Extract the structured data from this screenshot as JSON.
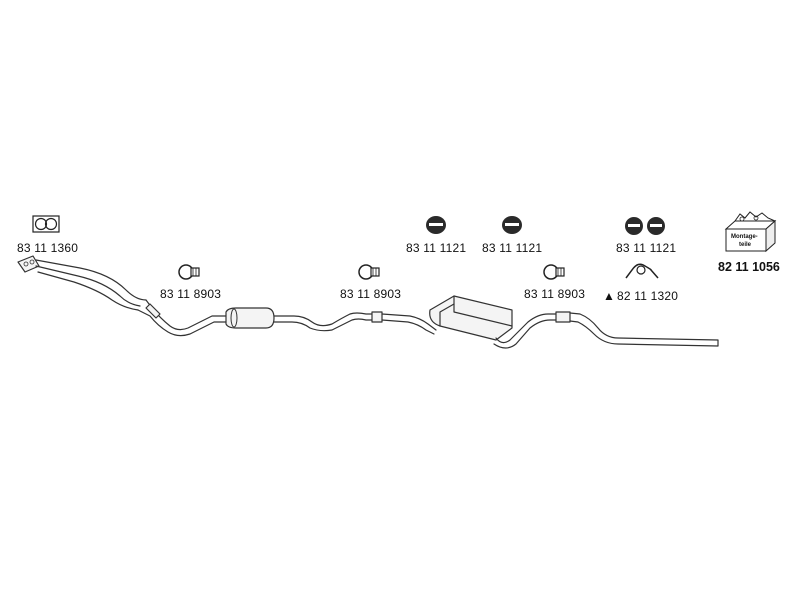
{
  "parts": {
    "gasket": {
      "number": "83 11 1360",
      "icon": "gasket-icon"
    },
    "clamp_1": {
      "number": "83 11 8903",
      "icon": "clamp-icon"
    },
    "clamp_2": {
      "number": "83 11 8903",
      "icon": "clamp-icon"
    },
    "clamp_3": {
      "number": "83 11 8903",
      "icon": "clamp-icon"
    },
    "rubber_mount_1": {
      "number": "83 11 1121",
      "icon": "rubber-mount-icon"
    },
    "rubber_mount_2": {
      "number": "83 11 1121",
      "icon": "rubber-mount-icon"
    },
    "rubber_mount_pair": {
      "number": "83 11 1121",
      "icon": "rubber-mount-pair-icon"
    },
    "bracket": {
      "number": "82 11 1320",
      "marker": "▲",
      "icon": "bracket-icon"
    },
    "mounting_kit": {
      "number": "82 11 1056",
      "box_label_line1": "Montage-",
      "box_label_line2": "teile",
      "icon": "mounting-kit-box-icon"
    }
  }
}
